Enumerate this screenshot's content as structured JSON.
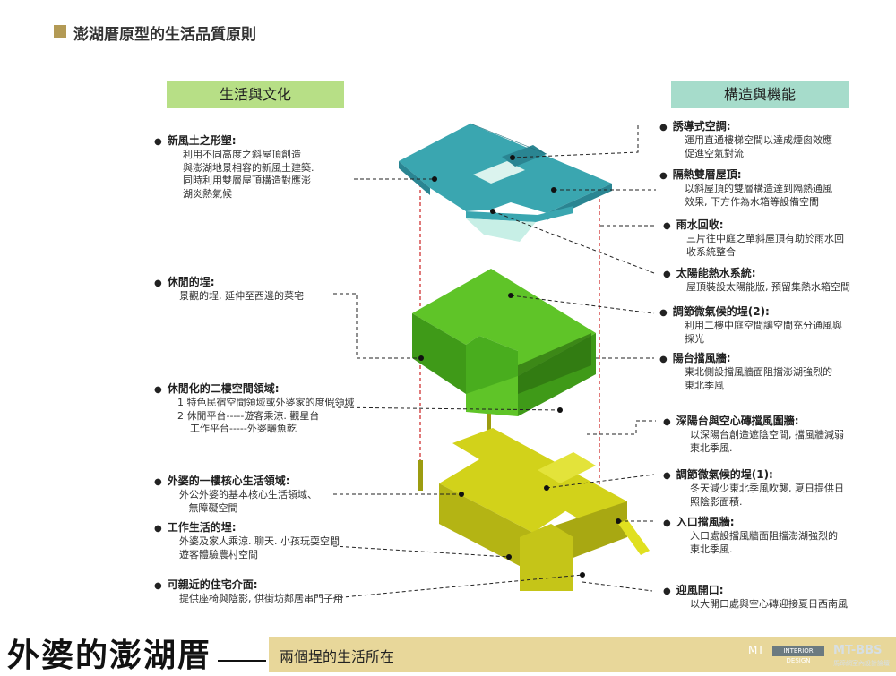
{
  "title": "澎湖厝原型的生活品質原則",
  "headers": {
    "left": "生活與文化",
    "right": "構造與機能"
  },
  "left_items": [
    {
      "head": "新風土之形塑:",
      "lines": [
        "利用不同高度之斜屋頂創造",
        "與澎湖地景相容的新風土建築.",
        "同時利用雙層屋頂構造對應澎",
        "湖炎熱氣候"
      ]
    },
    {
      "head": "休閒的埕:",
      "lines": [
        "景觀的埕, 延伸至西邊的菜宅"
      ]
    },
    {
      "head": "休閒化的二樓空間領域:",
      "lines": [
        "1  特色民宿空間領域或外婆家的度假領域",
        "2  休閒平台-----遊客乘涼. 觀星台",
        "    工作平台-----外婆曬魚乾"
      ]
    },
    {
      "head": "外婆的一樓核心生活領域:",
      "lines": [
        "外公外婆的基本核心生活領域、",
        "   無障礙空間"
      ]
    },
    {
      "head": "工作生活的埕:",
      "lines": [
        "外婆及家人乘涼. 聊天. 小孩玩耍空間",
        "遊客體驗農村空間"
      ]
    },
    {
      "head": "可親近的住宅介面:",
      "lines": [
        "提供座椅與陰影, 供街坊鄰居串門子用"
      ]
    }
  ],
  "right_items": [
    {
      "head": "誘導式空調:",
      "lines": [
        "運用直通樓梯空間以達成煙囪效應",
        "促進空氣對流"
      ]
    },
    {
      "head": "隔熱雙層屋頂:",
      "lines": [
        "以斜屋頂的雙層構造達到隔熱通風",
        "效果, 下方作為水箱等設備空間"
      ]
    },
    {
      "head": "雨水回收:",
      "lines": [
        "三片往中庭之單斜屋頂有助於雨水回",
        "收系統整合"
      ]
    },
    {
      "head": "太陽能熱水系統:",
      "lines": [
        "屋頂裝設太陽能版, 預留集熱水箱空間"
      ]
    },
    {
      "head": "調節微氣候的埕(2):",
      "lines": [
        "利用二樓中庭空間讓空間充分通風與",
        "採光"
      ]
    },
    {
      "head": "陽台擋風牆:",
      "lines": [
        "東北側設擋風牆面阻擋澎湖強烈的",
        "東北季風"
      ]
    },
    {
      "head": "深陽台與空心磚擋風圍牆:",
      "lines": [
        "以深陽台創造遮陰空間, 擋風牆減弱",
        "東北季風."
      ]
    },
    {
      "head": "調節微氣候的埕(1):",
      "lines": [
        "冬天減少東北季風吹襲, 夏日提供日",
        "照陰影面積."
      ]
    },
    {
      "head": "入口擋風牆:",
      "lines": [
        "入口處設擋風牆面阻擋澎湖強烈的",
        "東北季風."
      ]
    },
    {
      "head": "迎風開口:",
      "lines": [
        "以大開口處與空心磚迎接夏日西南風"
      ]
    }
  ],
  "footer": {
    "big_title": "外婆的澎湖厝",
    "subtitle": "兩個埕的生活所在",
    "watermark_left": "MT",
    "watermark_box": "INTERIOR DESIGN",
    "watermark_right": "MT-BBS",
    "watermark_small": "馬蹄網室內設計論壇"
  },
  "colors": {
    "roof": "#3aa6b0",
    "roof_dark": "#2a8592",
    "mid": "#5fc428",
    "mid_dark": "#3f9a18",
    "ground": "#d2d21a",
    "ground_dark": "#a8a812",
    "header_left": "#b7df86",
    "header_right": "#a6dccb",
    "footer_bar": "#e8d79a",
    "dashed_red": "#cc2222"
  }
}
